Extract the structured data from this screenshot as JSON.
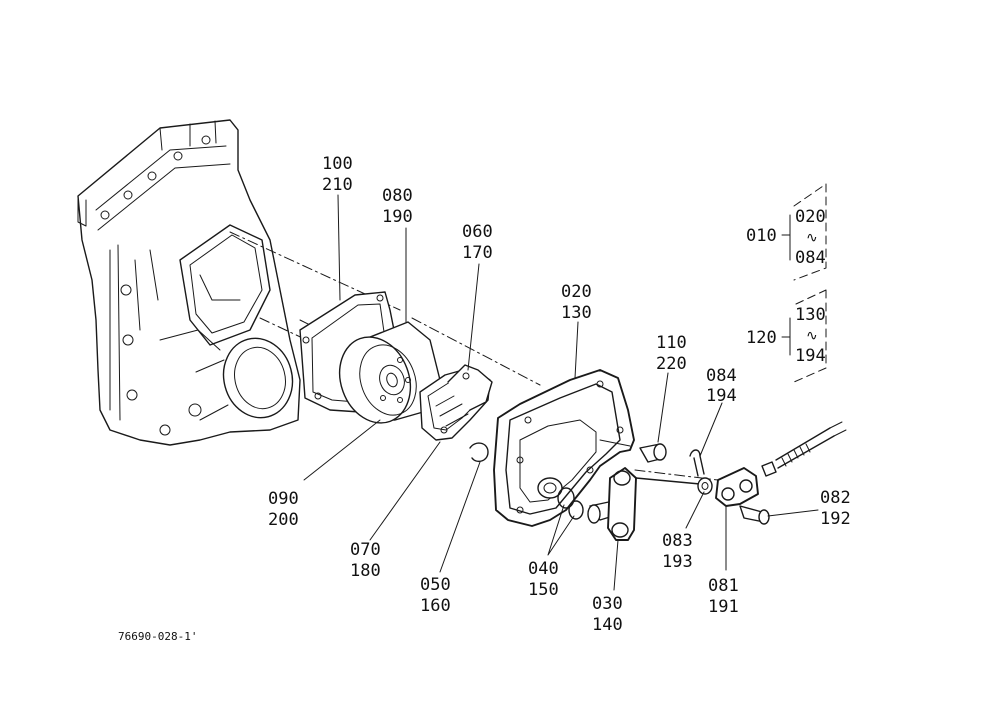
{
  "colors": {
    "ink": "#1a1a1a",
    "paper": "#ffffff"
  },
  "callouts": {
    "c100": "100",
    "c210": "210",
    "c080": "080",
    "c190": "190",
    "c060": "060",
    "c170": "170",
    "c020": "020",
    "c130": "130",
    "c110": "110",
    "c220": "220",
    "c084": "084",
    "c194": "194",
    "c090": "090",
    "c200": "200",
    "c070": "070",
    "c180": "180",
    "c050": "050",
    "c160": "160",
    "c040": "040",
    "c150": "150",
    "c030": "030",
    "c140": "140",
    "c083": "083",
    "c193": "193",
    "c081": "081",
    "c191": "191",
    "c082": "082",
    "c192": "192"
  },
  "groups": {
    "g1": {
      "parent": "010",
      "first": "020",
      "sep": "∿",
      "last": "084"
    },
    "g2": {
      "parent": "120",
      "first": "130",
      "sep": "∿",
      "last": "194"
    }
  },
  "drawing_number": "76690-028-1'"
}
